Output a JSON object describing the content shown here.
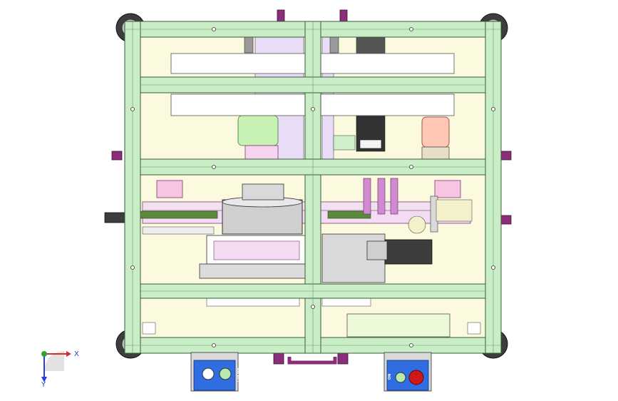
{
  "triad": {
    "x_label": "X",
    "y_label": "Y"
  },
  "colors": {
    "frame": "#c9eec7",
    "frame_stroke": "#3c5a3c",
    "interior": "#fbf9de",
    "box": "#e9dcf7",
    "wheel": "#3d3d3d",
    "bracket": "#8a2d7a",
    "panel": "#2f6de0",
    "emergency_button": "#d01818",
    "green_button": "#b8e9b0",
    "axis_x": "#d82a2a",
    "axis_y": "#2aa82a",
    "axis_z": "#2a3ed8"
  },
  "control_panels": [
    {
      "name": "start-stop-panel",
      "label": "ON  OFF",
      "buttons": [
        "white-button",
        "green-button"
      ]
    },
    {
      "name": "emergency-panel",
      "label": "ON",
      "buttons": [
        "green-button",
        "emergency-stop-button"
      ]
    }
  ]
}
